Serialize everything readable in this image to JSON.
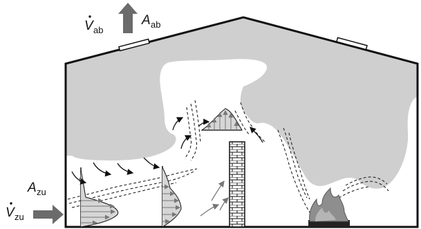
{
  "labels": {
    "exhaust_flow_symbol": "V",
    "exhaust_flow_subscript": "ab",
    "exhaust_area_symbol": "A",
    "exhaust_area_subscript": "ab",
    "supply_area_symbol": "A",
    "supply_area_subscript": "zu",
    "supply_flow_symbol": "V",
    "supply_flow_subscript": "zu"
  },
  "colors": {
    "smoke": "#cfcfcf",
    "outline": "#111111",
    "arrow": "#6b6b6b",
    "flame": "#8e8e8e",
    "brick": "#ffffff"
  }
}
